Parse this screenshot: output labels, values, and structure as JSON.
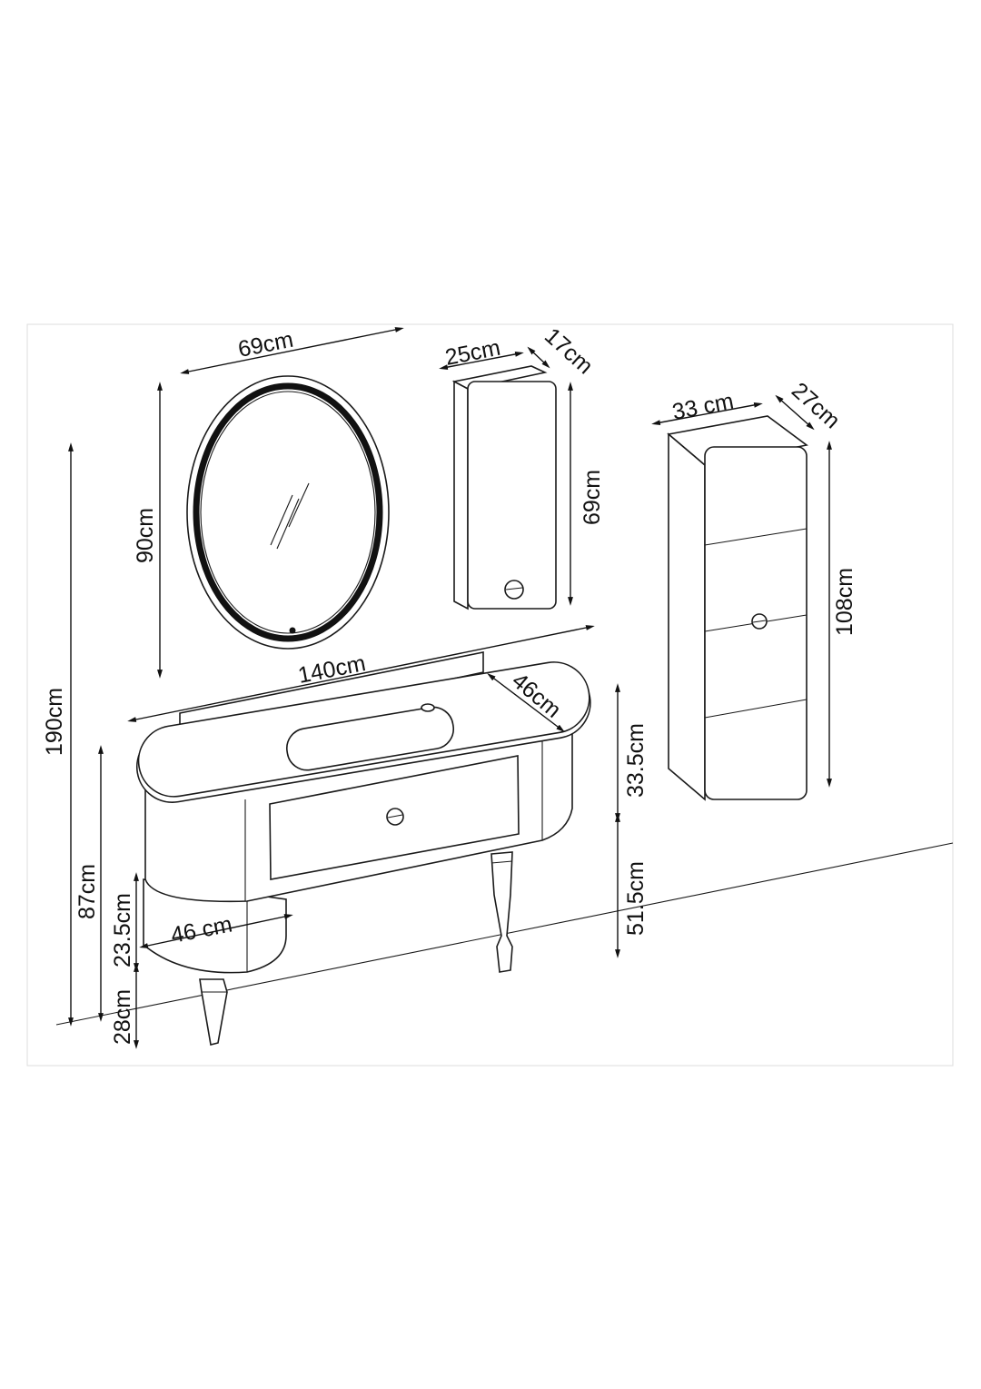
{
  "mirror": {
    "width_label": "69cm",
    "height_label": "90cm"
  },
  "wall_cabinet": {
    "width_label": "25cm",
    "depth_label": "17cm",
    "height_label": "69cm"
  },
  "tall_cabinet": {
    "width_label": "33 cm",
    "depth_label": "27cm",
    "height_label": "108cm"
  },
  "vanity": {
    "width_label": "140cm",
    "depth_label": "46cm",
    "upper_height_label": "33.5cm",
    "leg_height_label": "51.5cm",
    "side_unit_depth_label": "46 cm",
    "total_height_label": "87cm",
    "side_unit_height_label": "23.5cm",
    "side_leg_height_label": "28cm"
  },
  "overall_height_label": "190cm"
}
